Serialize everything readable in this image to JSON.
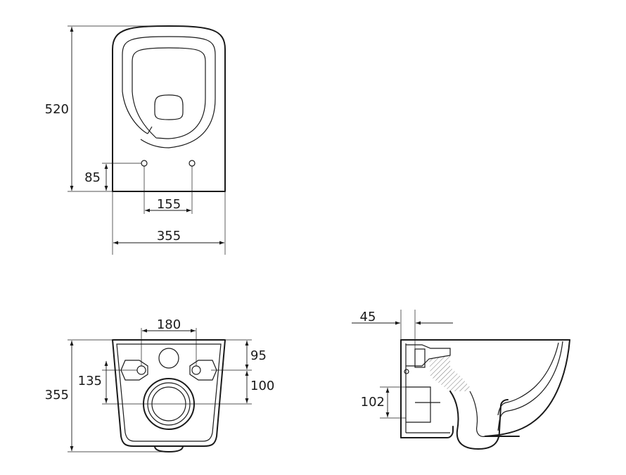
{
  "dimensions": {
    "top_view": {
      "height_total": "520",
      "bolt_height": "85",
      "bolt_spacing": "155",
      "width_total": "355"
    },
    "back_view": {
      "inlet_spacing": "180",
      "top_offset": "95",
      "fixing_offset": "135",
      "outlet_offset": "100",
      "height_total": "355"
    },
    "side_view": {
      "wall_offset": "45",
      "outlet_height": "102"
    }
  },
  "colors": {
    "line": "#1a1a1a",
    "background": "#ffffff"
  }
}
